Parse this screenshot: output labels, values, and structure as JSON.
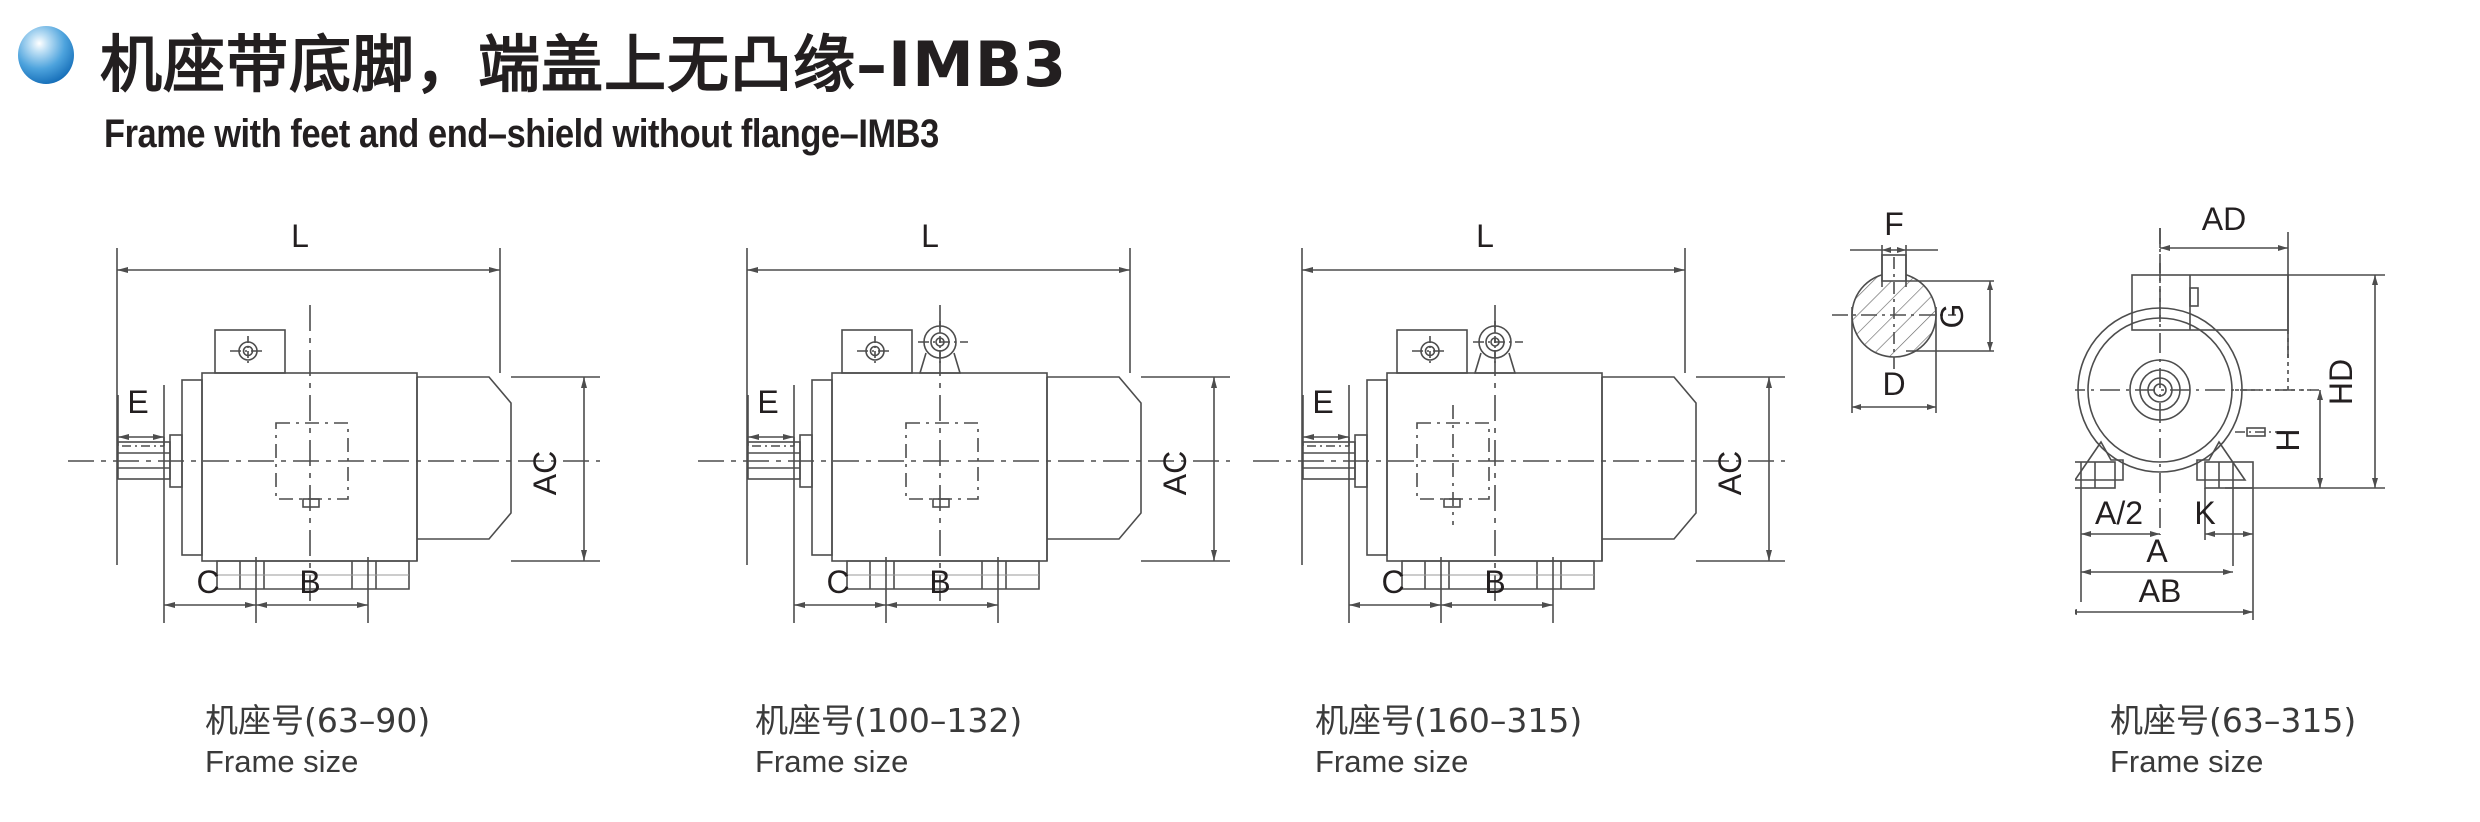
{
  "header": {
    "bullet_icon": "blue-sphere-bullet",
    "title_cn": "机座带底脚，端盖上无凸缘–IMB3",
    "title_en": "Frame with feet and end–shield without flange–IMB3",
    "accent_color": "#1a74bd"
  },
  "figures": [
    {
      "id": "frame-63-90",
      "caption_cn": "机座号(63–90)",
      "caption_en": "Frame size",
      "view": "side-elevation",
      "dimension_labels": [
        "L",
        "E",
        "AC",
        "C",
        "B"
      ],
      "features": [
        "terminal-box",
        "shaft-with-key",
        "feet",
        "fan-cowl"
      ]
    },
    {
      "id": "frame-100-132",
      "caption_cn": "机座号(100–132)",
      "caption_en": "Frame size",
      "view": "side-elevation",
      "dimension_labels": [
        "L",
        "E",
        "AC",
        "C",
        "B"
      ],
      "features": [
        "terminal-box",
        "lifting-eye",
        "shaft-with-key",
        "feet",
        "fan-cowl"
      ]
    },
    {
      "id": "frame-160-315",
      "caption_cn": "机座号(160–315)",
      "caption_en": "Frame size",
      "view": "side-elevation",
      "dimension_labels": [
        "L",
        "E",
        "AC",
        "C",
        "B"
      ],
      "features": [
        "terminal-box",
        "lifting-eye",
        "shaft-with-key",
        "feet",
        "fan-cowl"
      ]
    },
    {
      "id": "shaft-section",
      "caption_cn": "",
      "caption_en": "",
      "view": "shaft-cross-section",
      "dimension_labels": [
        "F",
        "G",
        "D"
      ],
      "features": [
        "hatched-shaft-circle",
        "keyway"
      ]
    },
    {
      "id": "frame-63-315-end",
      "caption_cn": "机座号(63–315)",
      "caption_en": "Frame size",
      "view": "end-elevation",
      "dimension_labels": [
        "AD",
        "HD",
        "H",
        "A/2",
        "K",
        "A",
        "AB"
      ],
      "features": [
        "end-shield-circle",
        "terminal-box",
        "feet",
        "shaft-centre"
      ]
    }
  ],
  "style": {
    "line_color": "#4d4d4d",
    "text_color": "#231f20",
    "background": "#ffffff"
  }
}
